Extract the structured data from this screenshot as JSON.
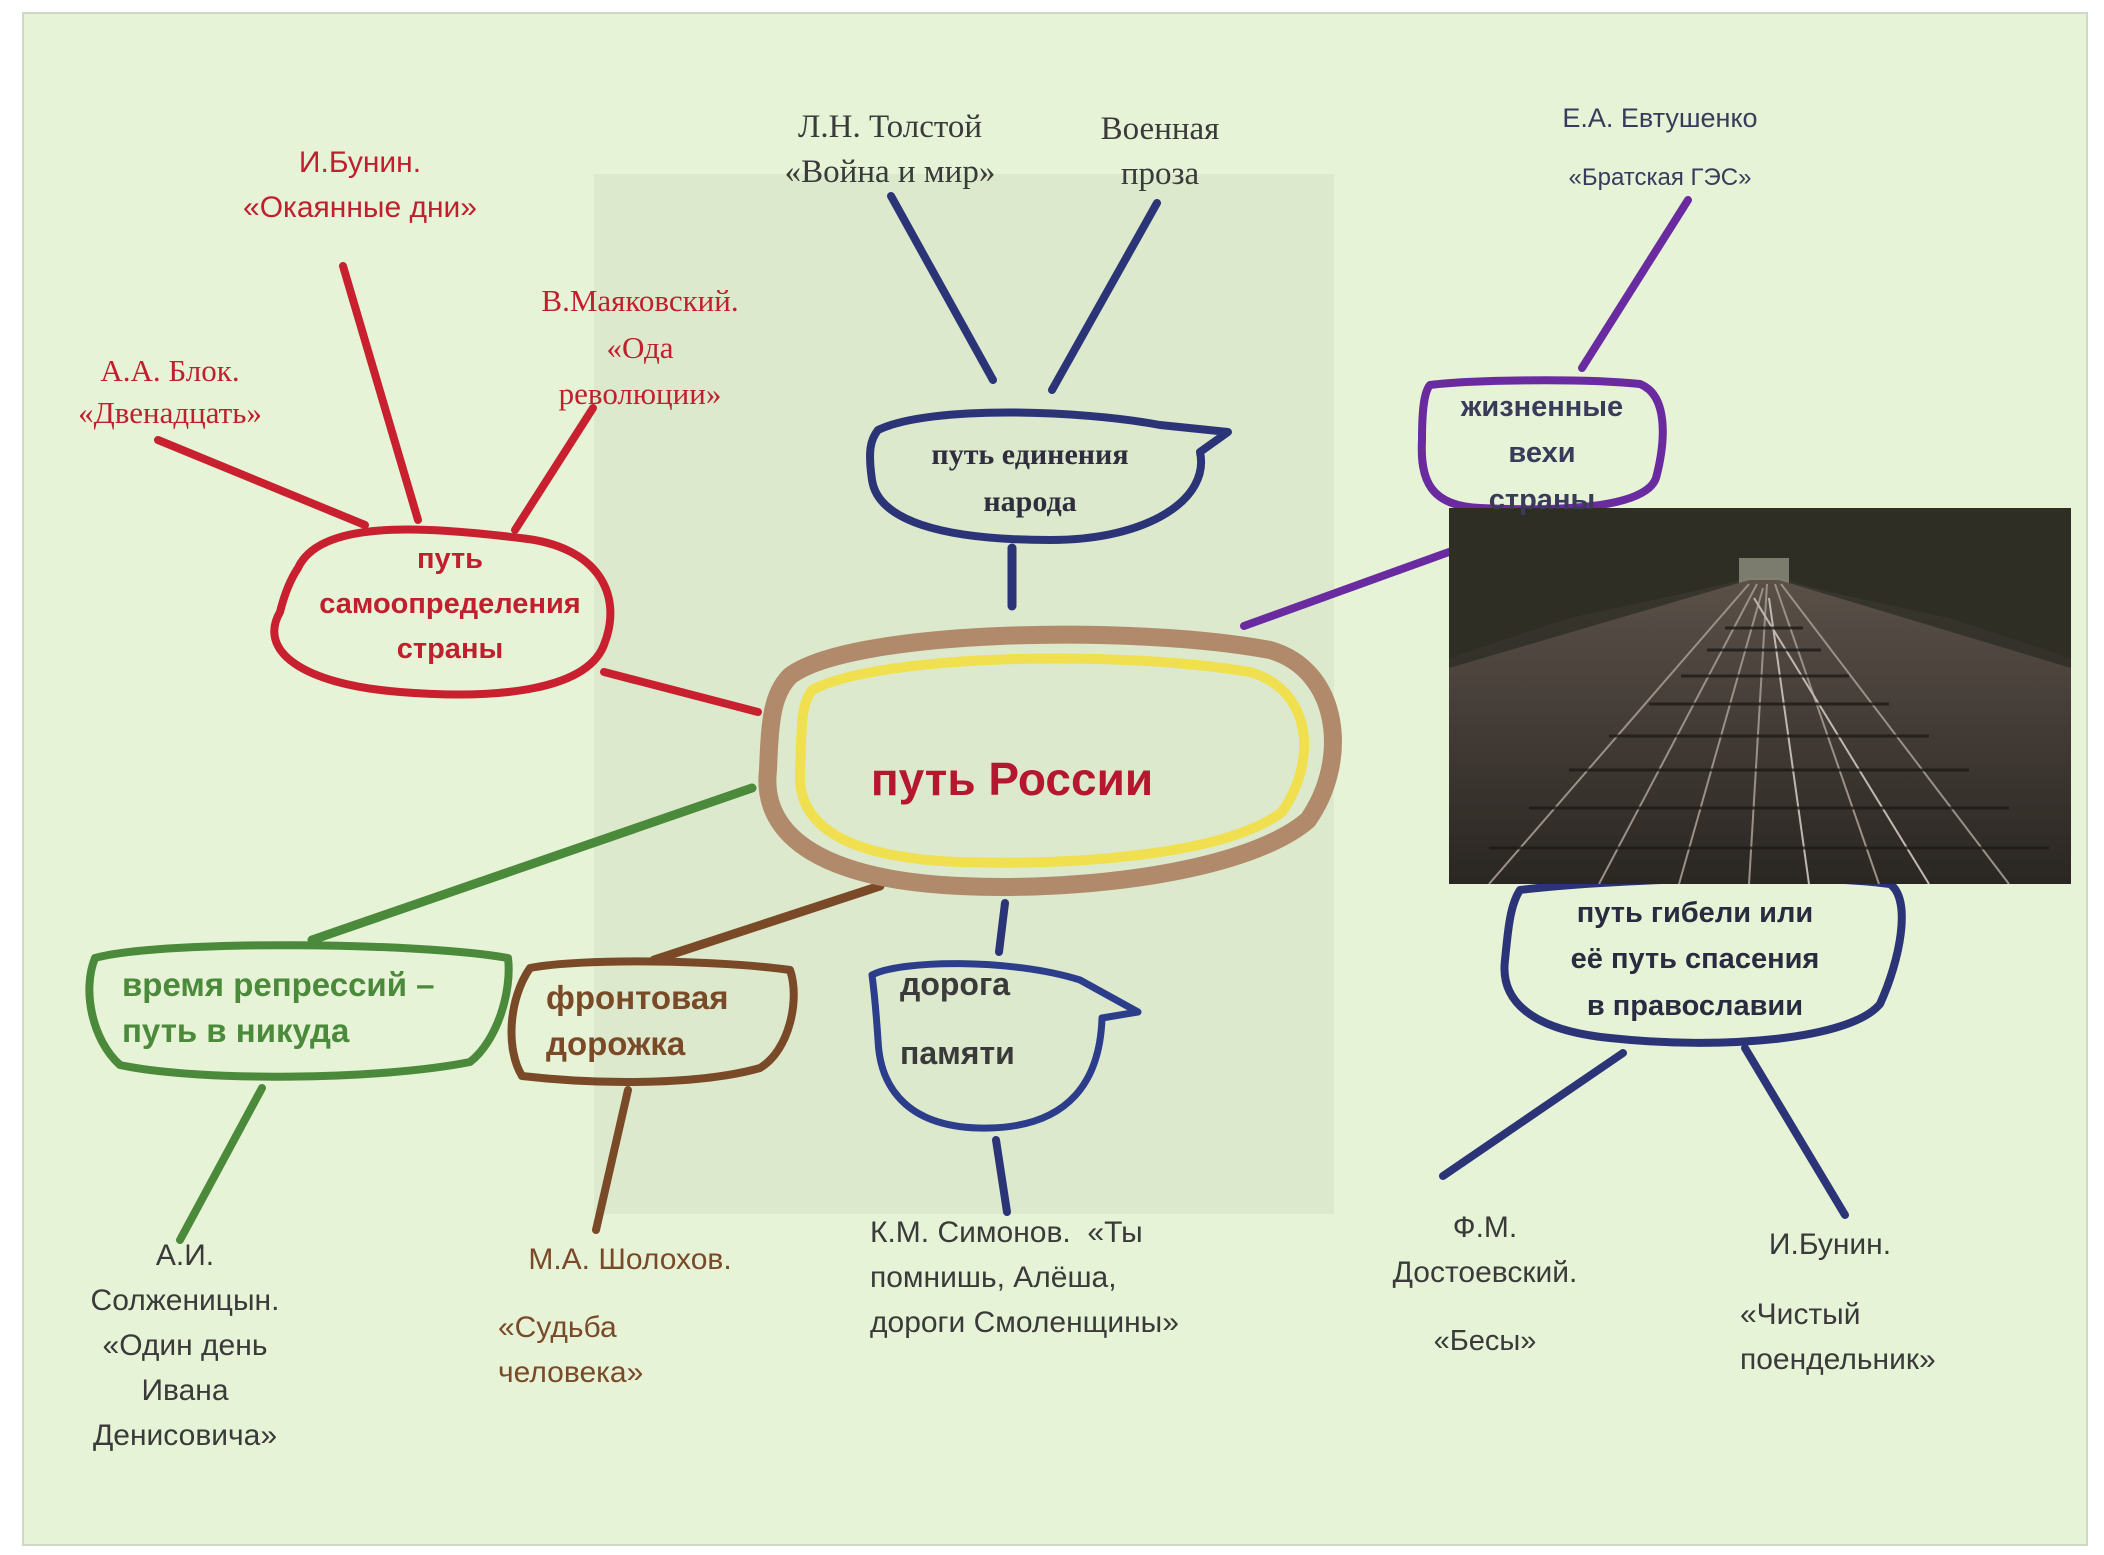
{
  "center": {
    "label": "путь России"
  },
  "branches": {
    "self_determination": {
      "label": "путь\nсамоопределения\nстраны",
      "works": {
        "bunin": "И.Бунин.\n«Окаянные дни»",
        "blok": "А.А. Блок.\n«Двенадцать»",
        "mayakovsky": "В.Маяковский.\n«Ода\nреволюции»"
      }
    },
    "unity": {
      "label": "путь единения\nнарода",
      "works": {
        "tolstoy": "Л.Н. Толстой\n«Война и мир»",
        "war_prose": "Военная\nпроза"
      }
    },
    "milestones": {
      "label": "жизненные\nвехи\nстраны",
      "works": {
        "yevtushenko_author": "Е.А. Евтушенко",
        "yevtushenko_title": "«Братская ГЭС»"
      }
    },
    "ruin": {
      "label": "путь гибели или\nеё путь спасения\nв православии",
      "works": {
        "dostoevsky_author": "Ф.М.\nДостоевский.",
        "dostoevsky_title": "«Бесы»",
        "bunin2_author": "И.Бунин.",
        "bunin2_title": "«Чистый\nпоендельник»"
      }
    },
    "memory": {
      "label": "дорога\n\nпамяти",
      "works": {
        "simonov": "К.М. Симонов.  «Ты\nпомнишь, Алёша,\nдороги Смоленщины»"
      }
    },
    "front": {
      "label": "фронтовая\nдорожка",
      "works": {
        "sholokhov_author": "М.А. Шолохов.",
        "sholokhov_title": "«Судьба\nчеловека»"
      }
    },
    "repressions": {
      "label": "время репрессий –\nпуть в никуда",
      "works": {
        "solzhenitsyn": "А.И.\nСолженицын.\n«Один день\nИвана\nДенисовича»"
      }
    }
  },
  "colors": {
    "red": "#c8202f",
    "navy": "#2c3478",
    "purple": "#6a2aa0",
    "green": "#4a8a3a",
    "brown": "#7a4a28",
    "center_text": "#b5182e",
    "center_outer": "#b08a6a",
    "center_inner": "#f0e050",
    "self_det_text": "#c01f2e",
    "dark_text": "#3a3a3a"
  }
}
